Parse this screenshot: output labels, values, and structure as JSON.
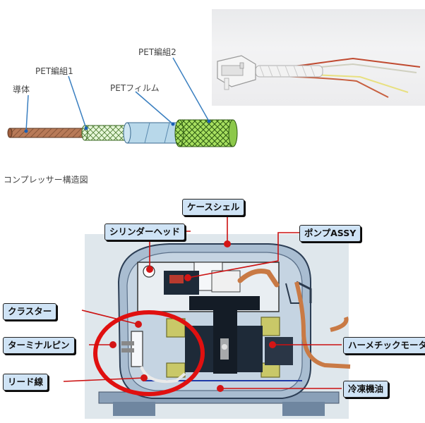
{
  "cable": {
    "labels": {
      "conductor": "導体",
      "pet_braid_1": "PET編組1",
      "pet_film": "PETフィルム",
      "pet_braid_2": "PET編組2"
    }
  },
  "caption": "コンプレッサー構造図",
  "compressor": {
    "callouts": {
      "case_shell": "ケースシェル",
      "cylinder_head": "シリンダーヘッド",
      "pump_assy": "ポンプASSY",
      "cluster": "クラスター",
      "terminal_pin": "ターミナルピン",
      "lead_wire": "リード線",
      "hermetic_motor": "ハーメチックモータ",
      "refrigerant_oil": "冷凍機油"
    }
  },
  "colors": {
    "callout_fill": "#cfe3f5",
    "leader": "#cc1111",
    "highlight_ring": "#e01010",
    "pet_braid_2": "#a8e060",
    "pet_film": "#b8d8ea"
  }
}
